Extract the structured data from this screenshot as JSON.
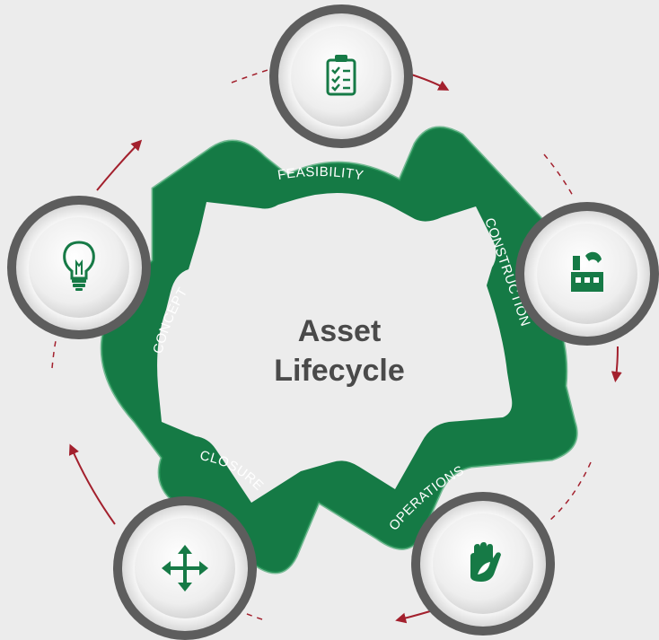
{
  "title": {
    "line1": "Asset",
    "line2": "Lifecycle"
  },
  "stages": [
    {
      "label": "FEASIBILITY",
      "icon": "clipboard-checklist-icon"
    },
    {
      "label": "CONSTRUCTION",
      "icon": "factory-icon"
    },
    {
      "label": "OPERATIONS",
      "icon": "hand-leaf-icon"
    },
    {
      "label": "CLOSURE",
      "icon": "move-arrows-icon"
    },
    {
      "label": "CONCEPT",
      "icon": "lightbulb-icon"
    }
  ],
  "colors": {
    "ring_green": "#157a45",
    "ring_light": "#2a9a5c",
    "icon_green": "#167a46",
    "arrow_red": "#a3202d",
    "title_gray": "#4a4a4a",
    "node_outer": "#5d5d5d",
    "background": "#ececec"
  }
}
